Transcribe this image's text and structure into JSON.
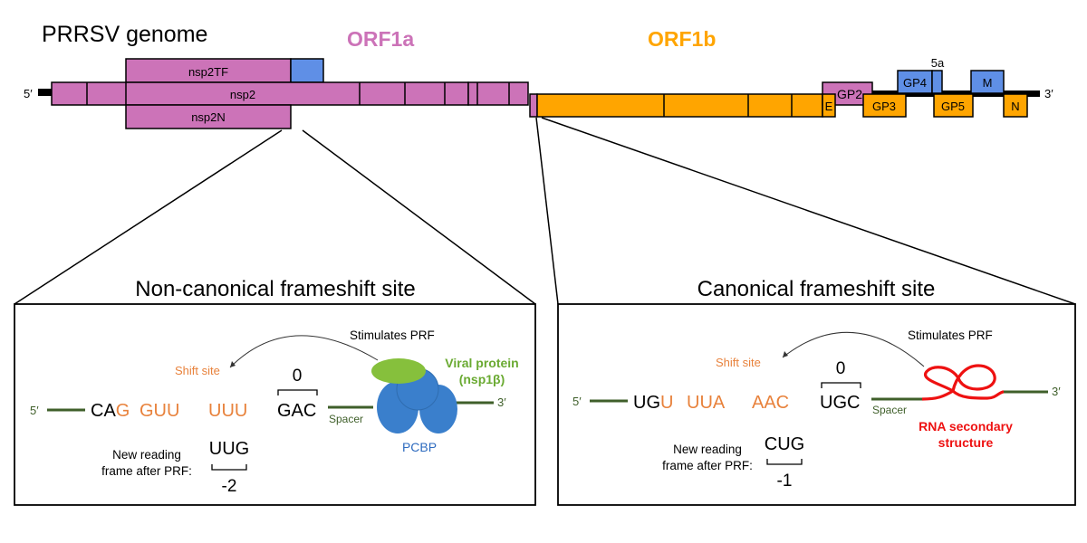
{
  "colors": {
    "orf1a": "#cc73b8",
    "orf1b": "#ffa500",
    "tf_blue": "#5f8fe6",
    "blue_protein": "#3a7fcc",
    "green_protein": "#86c03c",
    "rna_green": "#3f5f2a",
    "shift_orange": "#e8823c",
    "rna_red": "#ee1111",
    "viral_green": "#6aaa32",
    "pcbp_blue": "#2e6bbf",
    "outline": "#000000"
  },
  "genome": {
    "title": "PRRSV genome",
    "orf1a_label": "ORF1a",
    "orf1b_label": "ORF1b",
    "five_prime": "5′",
    "three_prime": "3′",
    "nsp2tf": "nsp2TF",
    "nsp2": "nsp2",
    "nsp2n": "nsp2N",
    "structural": {
      "e": "E",
      "gp2": "GP2",
      "gp3": "GP3",
      "gp4": "GP4",
      "gp5": "GP5",
      "five_a": "5a",
      "m": "M",
      "n": "N"
    }
  },
  "non_canonical": {
    "title": "Non-canonical frameshift site",
    "stimulates": "Stimulates PRF",
    "shift_site": "Shift site",
    "five_prime": "5′",
    "three_prime": "3′",
    "codons": [
      {
        "black": "CA",
        "orange": "G"
      },
      {
        "black": "",
        "orange": "GUU"
      },
      {
        "black": "",
        "orange": "UUU"
      },
      {
        "black": "GAC",
        "orange": ""
      }
    ],
    "zero_frame": "0",
    "spacer": "Spacer",
    "viral_protein_line1": "Viral protein",
    "viral_protein_line2": "(nsp1β)",
    "pcbp": "PCBP",
    "new_frame_line1": "New reading",
    "new_frame_line2": "frame after PRF:",
    "new_codon": "UUG",
    "new_frame_value": "-2"
  },
  "canonical": {
    "title": "Canonical frameshift site",
    "stimulates": "Stimulates PRF",
    "shift_site": "Shift site",
    "five_prime": "5′",
    "three_prime": "3′",
    "codons": [
      {
        "black": "UG",
        "orange": "U"
      },
      {
        "black": "",
        "orange": "UUA"
      },
      {
        "black": "",
        "orange": "AAC"
      },
      {
        "black": "UGC",
        "orange": ""
      }
    ],
    "zero_frame": "0",
    "spacer": "Spacer",
    "rna_structure_line1": "RNA secondary",
    "rna_structure_line2": "structure",
    "new_frame_line1": "New reading",
    "new_frame_line2": "frame after PRF:",
    "new_codon": "CUG",
    "new_frame_value": "-1"
  }
}
